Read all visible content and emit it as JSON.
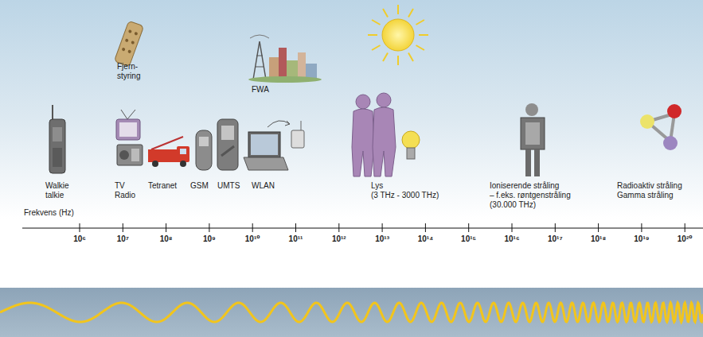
{
  "diagram": {
    "labels": [
      "Fjern- styring",
      "FWA",
      "Walkie talkie",
      "TV Radio",
      "Tetranet",
      "GSM",
      "UMTS",
      "WLAN",
      "Lys (3 THz - 3000 THz)",
      "Ioniserende stråling – f.eks. røntgenstråling (30.000 THz)",
      "Radioaktiv stråling Gamma stråling",
      "Frekvens (Hz)",
      "10⁶",
      "10⁷",
      "10⁸",
      "10⁹",
      "10¹⁰",
      "10¹¹",
      "10¹²",
      "10¹³",
      "10¹⁴",
      "10¹⁵",
      "10¹⁶",
      "10¹⁷",
      "10¹⁸",
      "10¹⁹",
      "10²⁰"
    ]
  }
}
